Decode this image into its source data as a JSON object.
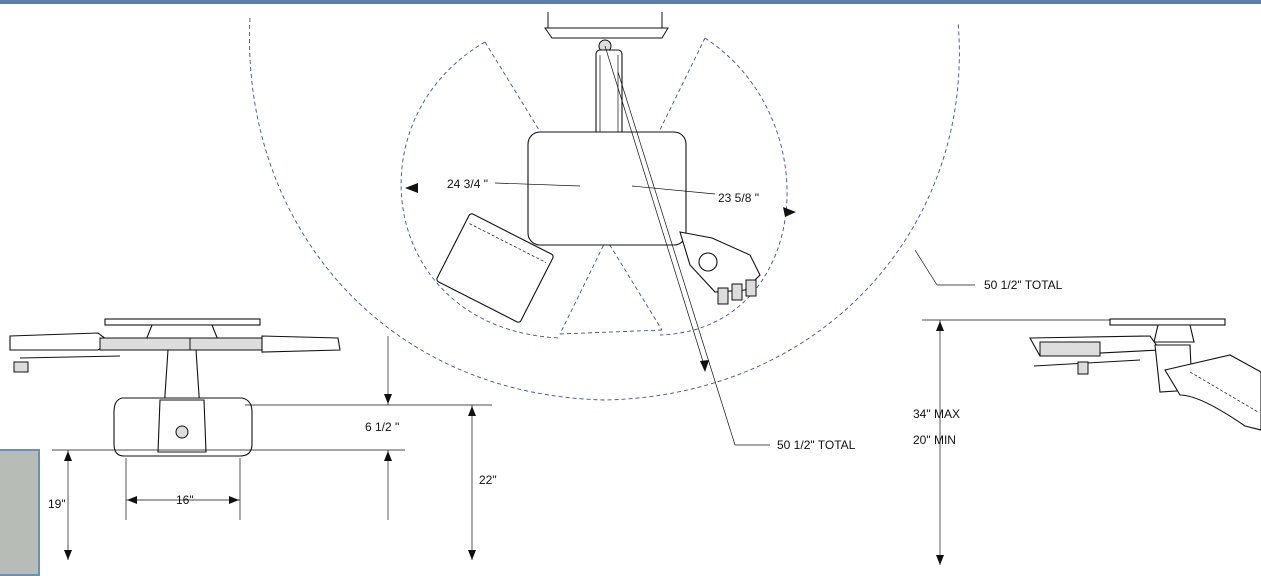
{
  "dimensions": {
    "reach_left": "24 3/4 \"",
    "reach_right": "23 5/8 \"",
    "total_top": "50 1/2\" TOTAL",
    "total_bottom": "50 1/2\" TOTAL",
    "drop": "6 1/2 \"",
    "height_22": "22\"",
    "height_19": "19\"",
    "width_16": "16\"",
    "height_max": "34\" MAX",
    "height_min": "20\" MIN"
  },
  "colors": {
    "frame_blue": "#5a7fa8",
    "swing_dash": "#3b4fa6",
    "panel_gray": "#b8bcb7"
  }
}
